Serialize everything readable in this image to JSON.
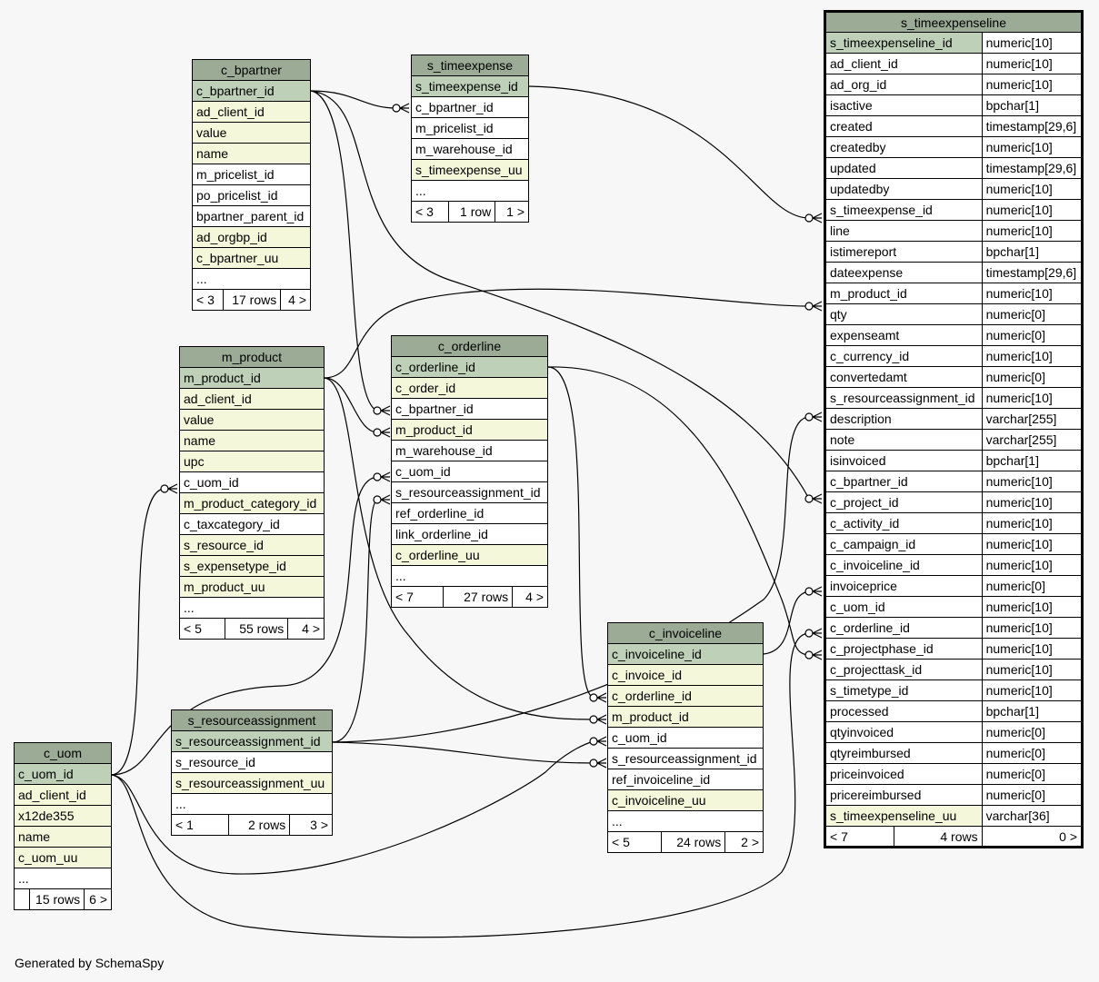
{
  "footer": "Generated by SchemaSpy",
  "colors": {
    "title": "#9bab96",
    "pk": "#bed1b8",
    "index": "#f4f7da",
    "plain": "#ffffff",
    "background": "#f7f7f7"
  },
  "tables": {
    "c_bpartner": {
      "name": "c_bpartner",
      "columns": [
        {
          "name": "c_bpartner_id",
          "style": "pk"
        },
        {
          "name": "ad_client_id",
          "style": "idx"
        },
        {
          "name": "value",
          "style": "idx"
        },
        {
          "name": "name",
          "style": "idx"
        },
        {
          "name": "m_pricelist_id",
          "style": "plain"
        },
        {
          "name": "po_pricelist_id",
          "style": "plain"
        },
        {
          "name": "bpartner_parent_id",
          "style": "plain"
        },
        {
          "name": "ad_orgbp_id",
          "style": "idx"
        },
        {
          "name": "c_bpartner_uu",
          "style": "idx"
        },
        {
          "name": "...",
          "style": "plain"
        }
      ],
      "footer": [
        "< 3",
        "17 rows",
        "4 >"
      ]
    },
    "s_timeexpense": {
      "name": "s_timeexpense",
      "columns": [
        {
          "name": "s_timeexpense_id",
          "style": "pk"
        },
        {
          "name": "c_bpartner_id",
          "style": "plain"
        },
        {
          "name": "m_pricelist_id",
          "style": "plain"
        },
        {
          "name": "m_warehouse_id",
          "style": "plain"
        },
        {
          "name": "s_timeexpense_uu",
          "style": "idx"
        },
        {
          "name": "...",
          "style": "plain"
        }
      ],
      "footer": [
        "< 3",
        "1 row",
        "1 >"
      ]
    },
    "m_product": {
      "name": "m_product",
      "columns": [
        {
          "name": "m_product_id",
          "style": "pk"
        },
        {
          "name": "ad_client_id",
          "style": "idx"
        },
        {
          "name": "value",
          "style": "idx"
        },
        {
          "name": "name",
          "style": "idx"
        },
        {
          "name": "upc",
          "style": "idx"
        },
        {
          "name": "c_uom_id",
          "style": "plain"
        },
        {
          "name": "m_product_category_id",
          "style": "idx"
        },
        {
          "name": "c_taxcategory_id",
          "style": "plain"
        },
        {
          "name": "s_resource_id",
          "style": "idx"
        },
        {
          "name": "s_expensetype_id",
          "style": "idx"
        },
        {
          "name": "m_product_uu",
          "style": "idx"
        },
        {
          "name": "...",
          "style": "plain"
        }
      ],
      "footer": [
        "< 5",
        "55 rows",
        "4 >"
      ]
    },
    "c_orderline": {
      "name": "c_orderline",
      "columns": [
        {
          "name": "c_orderline_id",
          "style": "pk"
        },
        {
          "name": "c_order_id",
          "style": "idx"
        },
        {
          "name": "c_bpartner_id",
          "style": "plain"
        },
        {
          "name": "m_product_id",
          "style": "idx"
        },
        {
          "name": "m_warehouse_id",
          "style": "plain"
        },
        {
          "name": "c_uom_id",
          "style": "plain"
        },
        {
          "name": "s_resourceassignment_id",
          "style": "plain"
        },
        {
          "name": "ref_orderline_id",
          "style": "plain"
        },
        {
          "name": "link_orderline_id",
          "style": "plain"
        },
        {
          "name": "c_orderline_uu",
          "style": "idx"
        },
        {
          "name": "...",
          "style": "plain"
        }
      ],
      "footer": [
        "< 7",
        "27 rows",
        "4 >"
      ]
    },
    "s_resourceassignment": {
      "name": "s_resourceassignment",
      "columns": [
        {
          "name": "s_resourceassignment_id",
          "style": "pk"
        },
        {
          "name": "s_resource_id",
          "style": "plain"
        },
        {
          "name": "s_resourceassignment_uu",
          "style": "idx"
        },
        {
          "name": "...",
          "style": "plain"
        }
      ],
      "footer": [
        "< 1",
        "2 rows",
        "3 >"
      ]
    },
    "c_uom": {
      "name": "c_uom",
      "columns": [
        {
          "name": "c_uom_id",
          "style": "pk"
        },
        {
          "name": "ad_client_id",
          "style": "idx"
        },
        {
          "name": "x12de355",
          "style": "idx"
        },
        {
          "name": "name",
          "style": "idx"
        },
        {
          "name": "c_uom_uu",
          "style": "idx"
        },
        {
          "name": "...",
          "style": "plain"
        }
      ],
      "footer": [
        "",
        "15 rows",
        "6 >"
      ]
    },
    "c_invoiceline": {
      "name": "c_invoiceline",
      "columns": [
        {
          "name": "c_invoiceline_id",
          "style": "pk"
        },
        {
          "name": "c_invoice_id",
          "style": "idx"
        },
        {
          "name": "c_orderline_id",
          "style": "idx"
        },
        {
          "name": "m_product_id",
          "style": "idx"
        },
        {
          "name": "c_uom_id",
          "style": "plain"
        },
        {
          "name": "s_resourceassignment_id",
          "style": "plain"
        },
        {
          "name": "ref_invoiceline_id",
          "style": "plain"
        },
        {
          "name": "c_invoiceline_uu",
          "style": "idx"
        },
        {
          "name": "...",
          "style": "plain"
        }
      ],
      "footer": [
        "< 5",
        "24 rows",
        "2 >"
      ]
    },
    "s_timeexpenseline": {
      "name": "s_timeexpenseline",
      "columns": [
        {
          "name": "s_timeexpenseline_id",
          "type": "numeric[10]",
          "style": "pk"
        },
        {
          "name": "ad_client_id",
          "type": "numeric[10]",
          "style": "plain"
        },
        {
          "name": "ad_org_id",
          "type": "numeric[10]",
          "style": "plain"
        },
        {
          "name": "isactive",
          "type": "bpchar[1]",
          "style": "plain"
        },
        {
          "name": "created",
          "type": "timestamp[29,6]",
          "style": "plain"
        },
        {
          "name": "createdby",
          "type": "numeric[10]",
          "style": "plain"
        },
        {
          "name": "updated",
          "type": "timestamp[29,6]",
          "style": "plain"
        },
        {
          "name": "updatedby",
          "type": "numeric[10]",
          "style": "plain"
        },
        {
          "name": "s_timeexpense_id",
          "type": "numeric[10]",
          "style": "plain"
        },
        {
          "name": "line",
          "type": "numeric[10]",
          "style": "plain"
        },
        {
          "name": "istimereport",
          "type": "bpchar[1]",
          "style": "plain"
        },
        {
          "name": "dateexpense",
          "type": "timestamp[29,6]",
          "style": "plain"
        },
        {
          "name": "m_product_id",
          "type": "numeric[10]",
          "style": "plain"
        },
        {
          "name": "qty",
          "type": "numeric[0]",
          "style": "plain"
        },
        {
          "name": "expenseamt",
          "type": "numeric[0]",
          "style": "plain"
        },
        {
          "name": "c_currency_id",
          "type": "numeric[10]",
          "style": "plain"
        },
        {
          "name": "convertedamt",
          "type": "numeric[0]",
          "style": "plain"
        },
        {
          "name": "s_resourceassignment_id",
          "type": "numeric[10]",
          "style": "plain"
        },
        {
          "name": "description",
          "type": "varchar[255]",
          "style": "plain"
        },
        {
          "name": "note",
          "type": "varchar[255]",
          "style": "plain"
        },
        {
          "name": "isinvoiced",
          "type": "bpchar[1]",
          "style": "plain"
        },
        {
          "name": "c_bpartner_id",
          "type": "numeric[10]",
          "style": "plain"
        },
        {
          "name": "c_project_id",
          "type": "numeric[10]",
          "style": "plain"
        },
        {
          "name": "c_activity_id",
          "type": "numeric[10]",
          "style": "plain"
        },
        {
          "name": "c_campaign_id",
          "type": "numeric[10]",
          "style": "plain"
        },
        {
          "name": "c_invoiceline_id",
          "type": "numeric[10]",
          "style": "plain"
        },
        {
          "name": "invoiceprice",
          "type": "numeric[0]",
          "style": "plain"
        },
        {
          "name": "c_uom_id",
          "type": "numeric[10]",
          "style": "plain"
        },
        {
          "name": "c_orderline_id",
          "type": "numeric[10]",
          "style": "plain"
        },
        {
          "name": "c_projectphase_id",
          "type": "numeric[10]",
          "style": "plain"
        },
        {
          "name": "c_projecttask_id",
          "type": "numeric[10]",
          "style": "plain"
        },
        {
          "name": "s_timetype_id",
          "type": "numeric[10]",
          "style": "plain"
        },
        {
          "name": "processed",
          "type": "bpchar[1]",
          "style": "plain"
        },
        {
          "name": "qtyinvoiced",
          "type": "numeric[0]",
          "style": "plain"
        },
        {
          "name": "qtyreimbursed",
          "type": "numeric[0]",
          "style": "plain"
        },
        {
          "name": "priceinvoiced",
          "type": "numeric[0]",
          "style": "plain"
        },
        {
          "name": "pricereimbursed",
          "type": "numeric[0]",
          "style": "plain"
        },
        {
          "name": "s_timeexpenseline_uu",
          "type": "varchar[36]",
          "style": "idx"
        }
      ],
      "footer": [
        "< 7",
        "4 rows",
        "0 >"
      ]
    }
  }
}
